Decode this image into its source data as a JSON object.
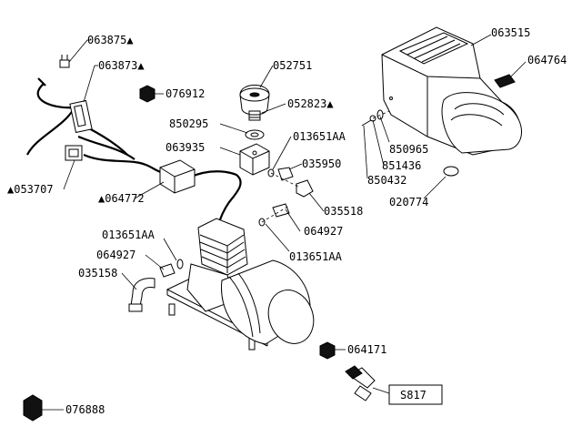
{
  "marker": "▲",
  "parts": {
    "p063875": "063875",
    "p063873": "063873",
    "p076912": "076912",
    "p850295": "850295",
    "p063935": "063935",
    "p013651AA_top": "013651AA",
    "p035950": "035950",
    "p053707": "053707",
    "p064772": "064772",
    "p035518": "035518",
    "p064927_right": "064927",
    "p013651AA_left": "013651AA",
    "p064927_left": "064927",
    "p013651AA_right": "013651AA",
    "p035158": "035158",
    "p052751": "052751",
    "p052823": "052823",
    "p063515": "063515",
    "p064764": "064764",
    "p850965": "850965",
    "p851436": "851436",
    "p850432": "850432",
    "p020774": "020774",
    "p064171": "064171",
    "p076888": "076888",
    "s817": "S817"
  }
}
